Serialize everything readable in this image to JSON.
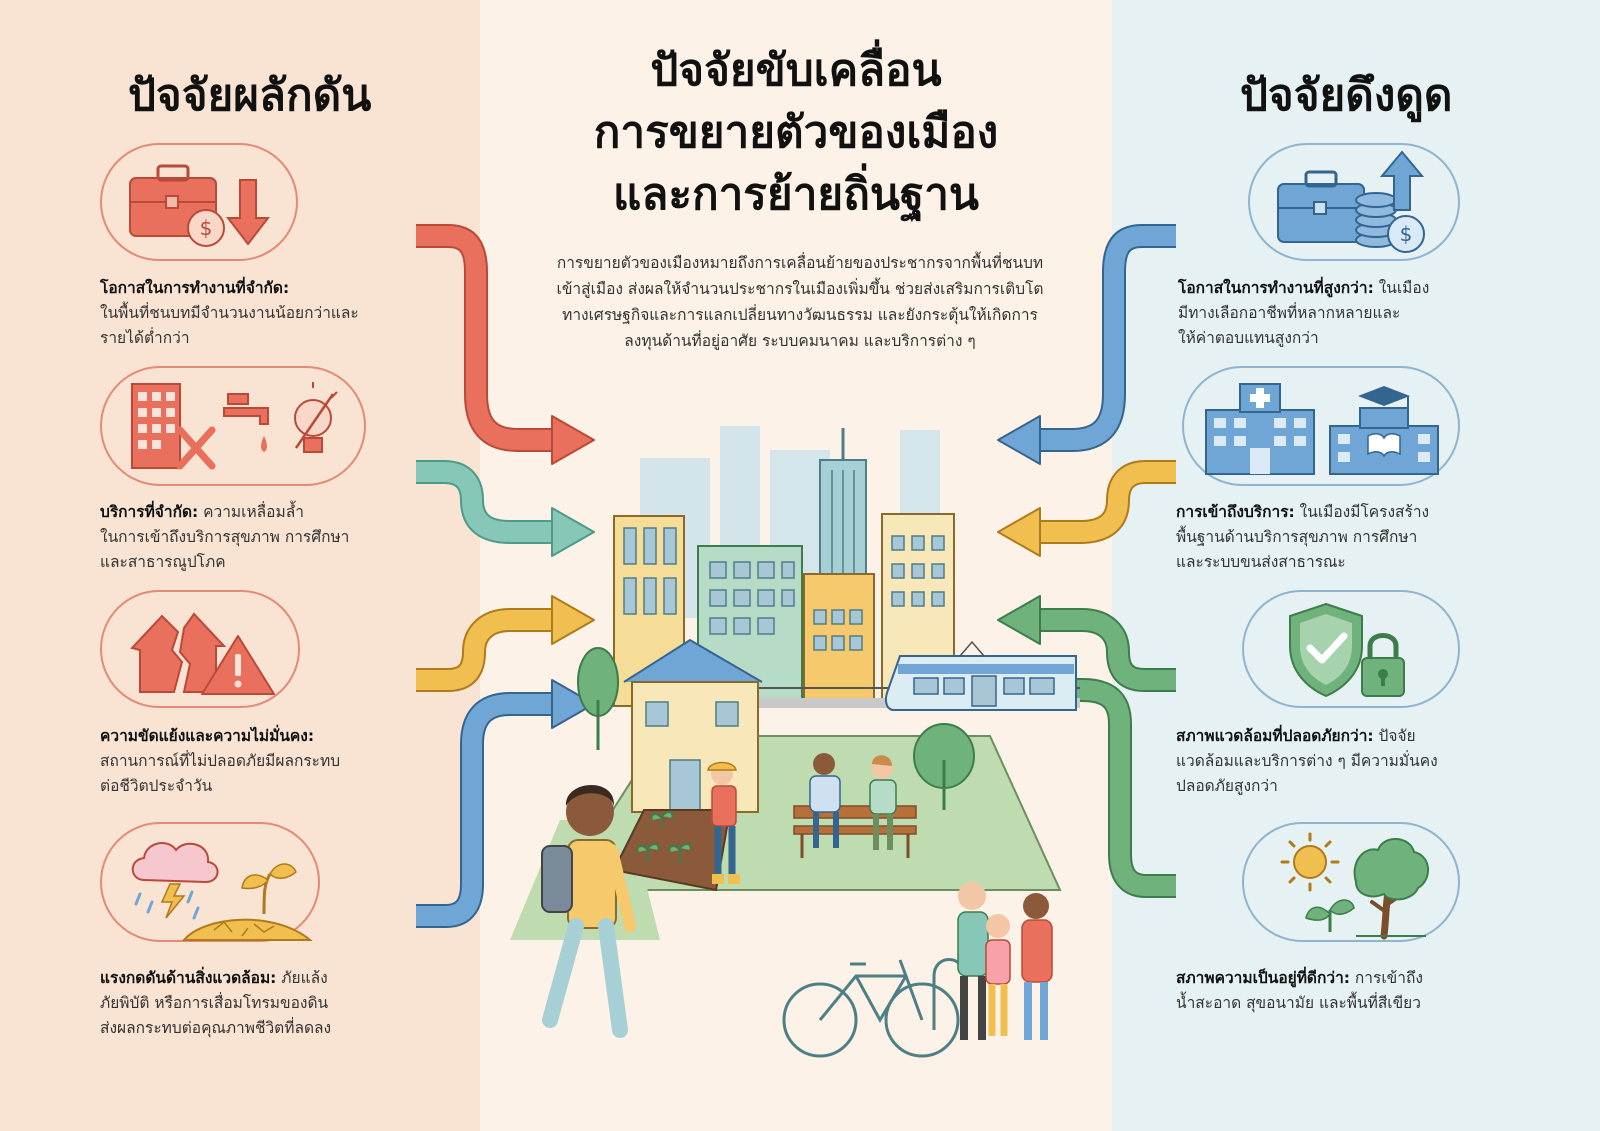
{
  "header": {
    "push_title": "ปัจจัยผลักดัน",
    "main_title_line1": "ปัจจัยขับเคลื่อน",
    "main_title_line2": "การขยายตัวของเมือง",
    "main_title_line3": "และการย้ายถิ่นฐาน",
    "pull_title": "ปัจจัยดึงดูด"
  },
  "intro": {
    "line1": "การขยายตัวของเมืองหมายถึงการเคลื่อนย้ายของประชากรจากพื้นที่ชนบท",
    "line2": "เข้าสู่เมือง ส่งผลให้จำนวนประชากรในเมืองเพิ่มขึ้น ช่วยส่งเสริมการเติบโต",
    "line3": "ทางเศรษฐกิจและการแลกเปลี่ยนทางวัฒนธรรม และยังกระตุ้นให้เกิดการ",
    "line4": "ลงทุนด้านที่อยู่อาศัย ระบบคมนาคม และบริการต่าง ๆ"
  },
  "push": [
    {
      "title": "โอกาสในการทำงานที่จำกัด:",
      "line1": "",
      "line2": "ในพื้นที่ชนบทมีจำนวนงานน้อยกว่าและ",
      "line3": "รายได้ต่ำกว่า"
    },
    {
      "title": "บริการที่จำกัด:",
      "line1": " ความเหลื่อมล้ำ",
      "line2": "ในการเข้าถึงบริการสุขภาพ การศึกษา",
      "line3": "และสาธารณูปโภค"
    },
    {
      "title": "ความขัดแย้งและความไม่มั่นคง:",
      "line1": "",
      "line2": "สถานการณ์ที่ไม่ปลอดภัยมีผลกระทบ",
      "line3": "ต่อชีวิตประจำวัน"
    },
    {
      "title": "แรงกดดันด้านสิ่งแวดล้อม:",
      "line1": " ภัยแล้ง",
      "line2": "ภัยพิบัติ หรือการเสื่อมโทรมของดิน",
      "line3": "ส่งผลกระทบต่อคุณภาพชีวิตที่ลดลง"
    }
  ],
  "pull": [
    {
      "title": "โอกาสในการทำงานที่สูงกว่า:",
      "line1": " ในเมือง",
      "line2": "มีทางเลือกอาชีพที่หลากหลายและ",
      "line3": "ให้ค่าตอบแทนสูงกว่า"
    },
    {
      "title": "การเข้าถึงบริการ:",
      "line1": " ในเมืองมีโครงสร้าง",
      "line2": "พื้นฐานด้านบริการสุขภาพ การศึกษา",
      "line3": "และระบบขนส่งสาธารณะ"
    },
    {
      "title": "สภาพแวดล้อมที่ปลอดภัยกว่า:",
      "line1": " ปัจจัย",
      "line2": "แวดล้อมและบริการต่าง ๆ มีความมั่นคง",
      "line3": "ปลอดภัยสูงกว่า"
    },
    {
      "title": "สภาพความเป็นอยู่ที่ดีกว่า:",
      "line1": " การเข้าถึง",
      "line2": "น้ำสะอาด สุขอนามัย และพื้นที่สีเขียว",
      "line3": ""
    }
  ],
  "colors": {
    "red": "#e8705c",
    "teal": "#86c7b8",
    "yellow": "#f0bf50",
    "blue": "#6fa6d6",
    "green": "#6fb27c"
  }
}
